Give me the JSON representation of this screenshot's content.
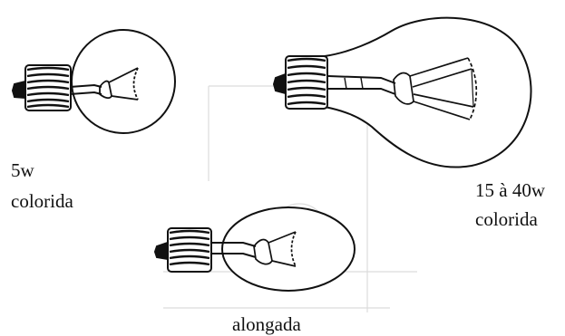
{
  "bulbs": {
    "small": {
      "watt_label": "5w",
      "type_label": "colorida"
    },
    "large": {
      "watt_label": "15 à 40w",
      "type_label": "colorida"
    },
    "elongated": {
      "type_label": "alongada"
    }
  },
  "colors": {
    "ink": "#111111",
    "background": "#ffffff",
    "faint_bleed": "#d4d4d4"
  },
  "icons": [
    "small-bulb-icon",
    "large-bulb-icon",
    "elongated-bulb-icon",
    "filament-icon",
    "screw-base-icon"
  ]
}
